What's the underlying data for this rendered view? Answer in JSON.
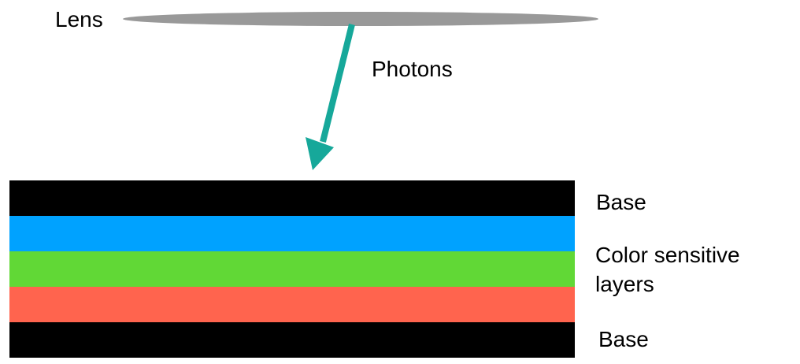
{
  "labels": {
    "lens": "Lens",
    "photons": "Photons",
    "base_top": "Base",
    "color_line1": "Color sensitive",
    "color_line2": "layers",
    "base_bottom": "Base"
  },
  "layers": [
    {
      "name": "base",
      "color": "#000000"
    },
    {
      "name": "blue",
      "color": "#00A2FF"
    },
    {
      "name": "green",
      "color": "#61D836"
    },
    {
      "name": "red",
      "color": "#FF644E"
    },
    {
      "name": "base",
      "color": "#000000"
    }
  ],
  "colors": {
    "lens": "#999999",
    "arrow": "#16A89A"
  }
}
